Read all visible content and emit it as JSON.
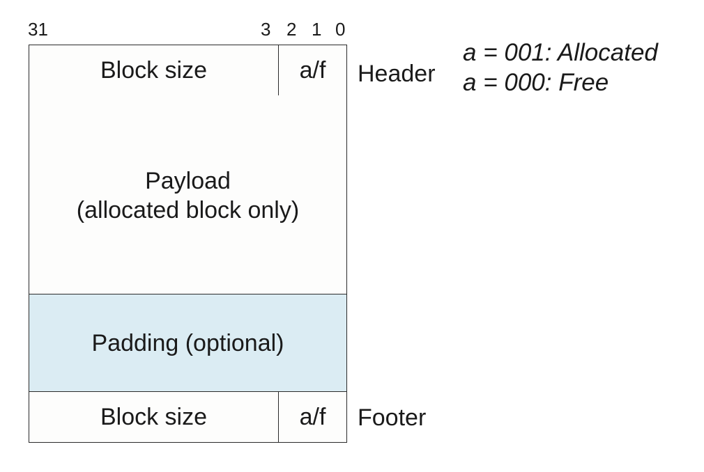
{
  "bit_labels": {
    "b31": "31",
    "b3": "3",
    "b2": "2",
    "b1": "1",
    "b0": "0"
  },
  "header_word": {
    "size": "Block size",
    "flags": "a/f",
    "label": "Header"
  },
  "payload": {
    "line1": "Payload",
    "line2": "(allocated block only)"
  },
  "padding": {
    "label": "Padding (optional)"
  },
  "footer_word": {
    "size": "Block size",
    "flags": "a/f",
    "label": "Footer"
  },
  "legend": {
    "line1": "a = 001: Allocated",
    "line2": "a = 000: Free"
  },
  "colors": {
    "padding_fill": "#dbecf3",
    "border": "#2a2a2a"
  }
}
